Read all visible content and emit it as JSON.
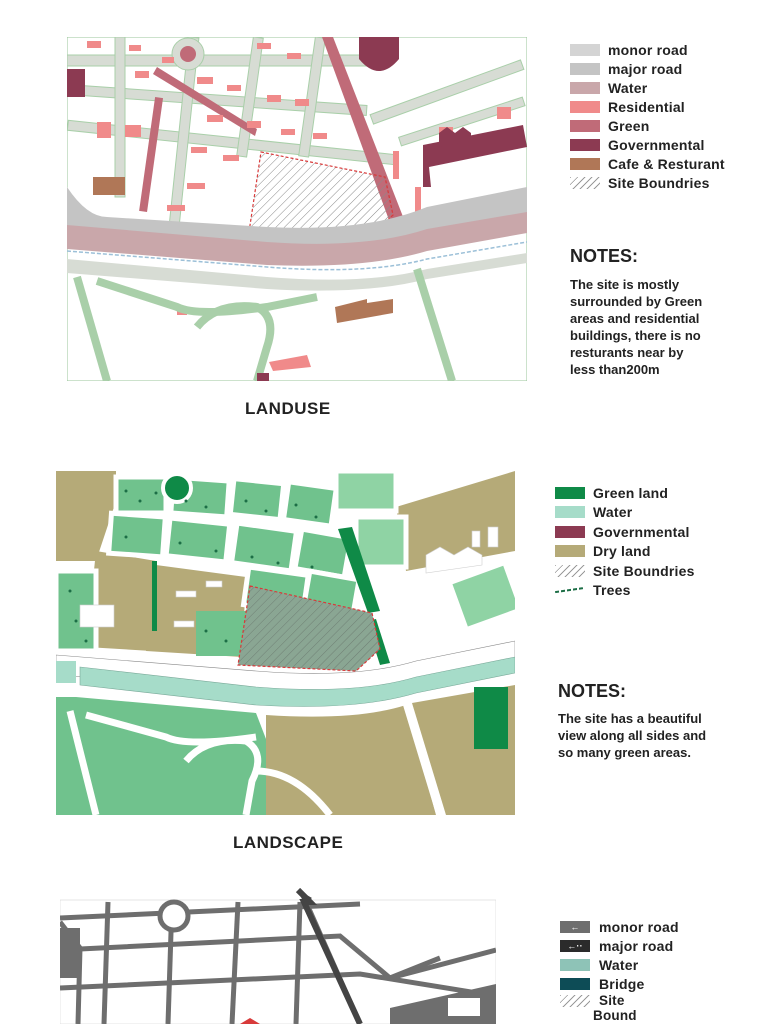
{
  "sections": {
    "landuse": {
      "caption": "LANDUSE",
      "legend": [
        {
          "label": "monor road",
          "color": "#d4d4d4",
          "icon": "solid-swatch"
        },
        {
          "label": "major road",
          "color": "#c4c4c4",
          "icon": "solid-swatch"
        },
        {
          "label": "Water",
          "color": "#c9a7aa",
          "icon": "solid-swatch"
        },
        {
          "label": "Residential",
          "color": "#f08a8a",
          "icon": "solid-swatch"
        },
        {
          "label": "Green",
          "color": "#c06b78",
          "icon": "solid-swatch"
        },
        {
          "label": "Governmental",
          "color": "#8c3a52",
          "icon": "solid-swatch"
        },
        {
          "label": "Cafe & Resturant",
          "color": "#b07757",
          "icon": "solid-swatch"
        },
        {
          "label": "Site Boundries",
          "color": "#9a9a9a",
          "icon": "hatch-swatch"
        }
      ],
      "notes_title": "NOTES:",
      "notes_lines": [
        "The site is mostly",
        "surrounded by Green",
        "areas and residential",
        "buildings, there is no",
        "resturants near by",
        "less than200m"
      ]
    },
    "landscape": {
      "caption": "LANDSCAPE",
      "legend": [
        {
          "label": "Green land",
          "color": "#0f8a47",
          "icon": "solid-swatch"
        },
        {
          "label": "Water",
          "color": "#a6dcc9",
          "icon": "solid-swatch"
        },
        {
          "label": "Governmental",
          "color": "#8c3a52",
          "icon": "solid-swatch"
        },
        {
          "label": "Dry land",
          "color": "#b5aa78",
          "icon": "solid-swatch"
        },
        {
          "label": "Site Boundries",
          "color": "#9a9a9a",
          "icon": "hatch-swatch"
        },
        {
          "label": "Trees",
          "color": "#1c6e46",
          "icon": "trees-swatch"
        }
      ],
      "notes_title": "NOTES:",
      "notes_lines": [
        "The site has a beautiful",
        "view along all sides and",
        "so many green areas."
      ]
    },
    "roads": {
      "legend": [
        {
          "label": "monor road",
          "color": "#6e6e6e",
          "icon": "minor-road-arrow-swatch"
        },
        {
          "label": "major road",
          "color": "#2b2b2b",
          "icon": "major-road-arrow-swatch"
        },
        {
          "label": "Water",
          "color": "#8ec3b7",
          "icon": "solid-swatch"
        },
        {
          "label": "Bridge",
          "color": "#0d4c56",
          "icon": "solid-swatch"
        },
        {
          "label": "Site",
          "label2": "Bound",
          "color": "#9a9a9a",
          "icon": "hatch-swatch"
        }
      ]
    }
  }
}
